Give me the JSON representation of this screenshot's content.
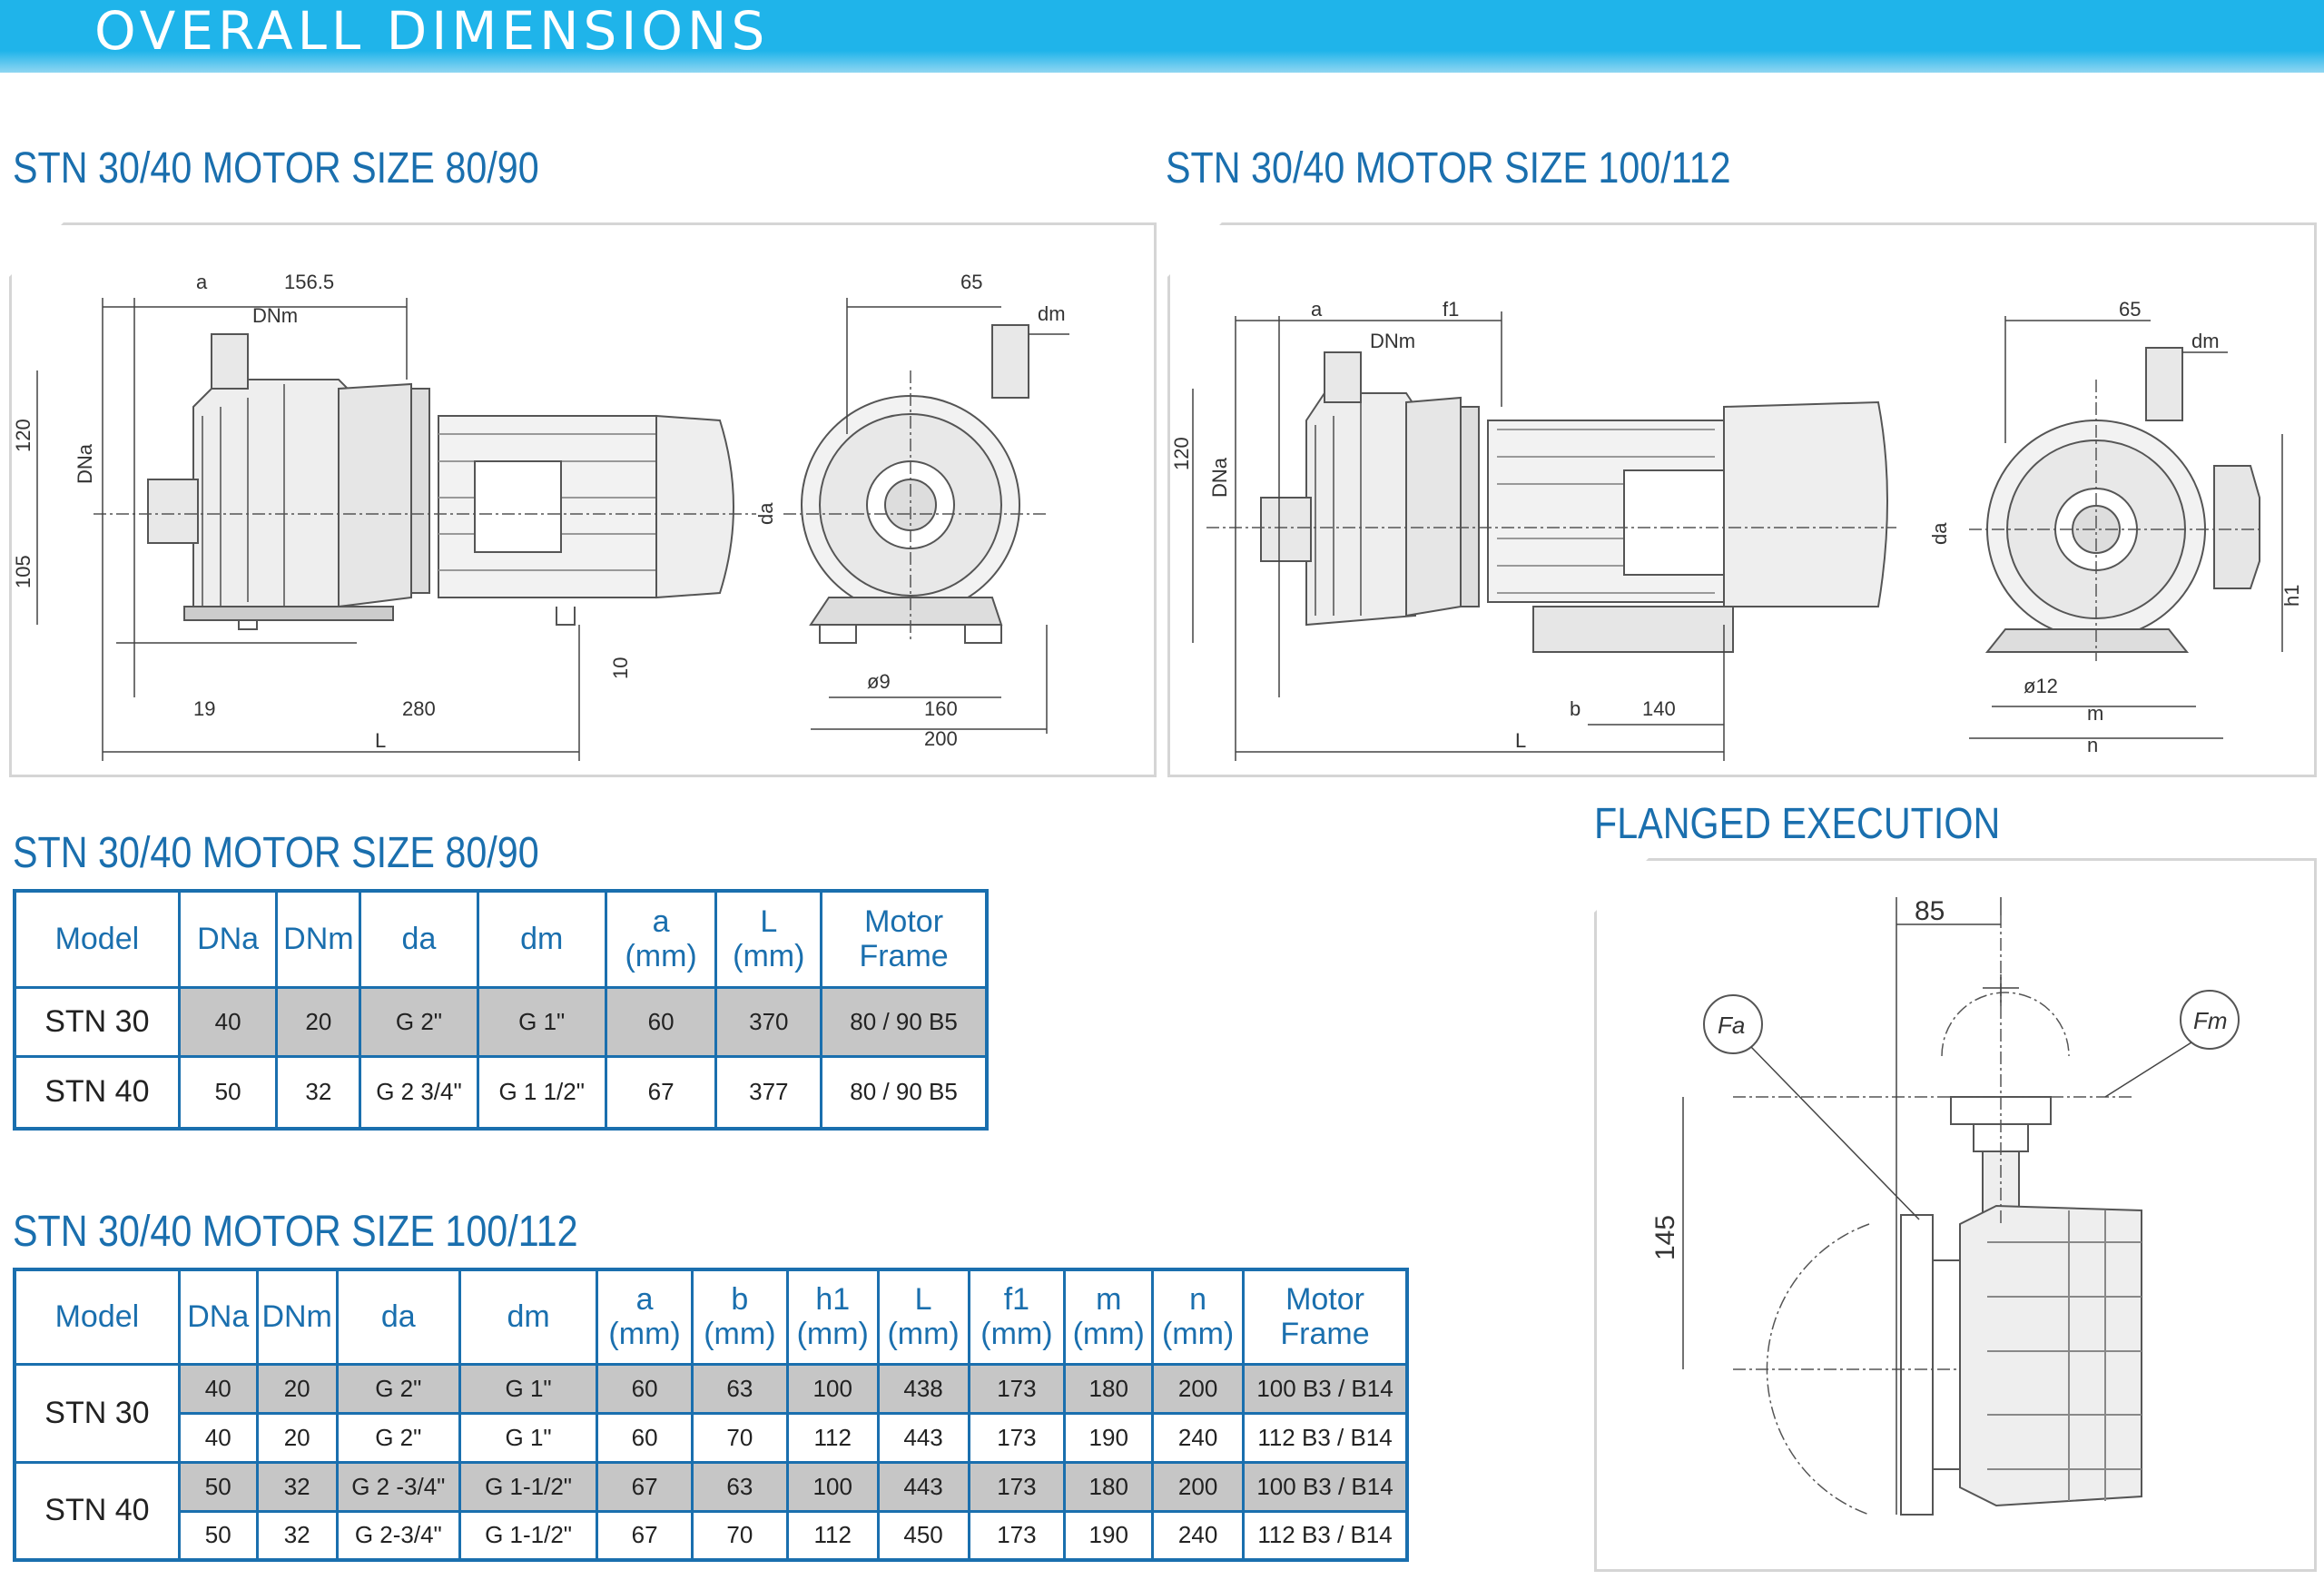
{
  "banner": {
    "title": "OVERALL DIMENSIONS"
  },
  "sections": {
    "drawing1_title": "STN 30/40 MOTOR SIZE 80/90",
    "drawing2_title": "STN 30/40 MOTOR SIZE 100/112",
    "flanged_title": "FLANGED EXECUTION",
    "table1_title": "STN 30/40 MOTOR SIZE 80/90",
    "table2_title": "STN 30/40 MOTOR SIZE 100/112"
  },
  "drawing1": {
    "labels": {
      "a": "a",
      "top": "156.5",
      "dnm": "DNm",
      "h120": "120",
      "dna": "DNa",
      "h105": "105",
      "h10": "10",
      "b19": "19",
      "b280": "280",
      "L": "L",
      "w65": "65",
      "dm": "dm",
      "da": "da",
      "d9": "ø9",
      "w160": "160",
      "w200": "200"
    }
  },
  "drawing2": {
    "labels": {
      "a": "a",
      "f1": "f1",
      "dnm": "DNm",
      "h120": "120",
      "dna": "DNa",
      "b": "b",
      "w140": "140",
      "L": "L",
      "w65": "65",
      "dm": "dm",
      "da": "da",
      "h1": "h1",
      "d12": "ø12",
      "m": "m",
      "n": "n"
    }
  },
  "flanged": {
    "labels": {
      "w85": "85",
      "fa": "Fa",
      "fm": "Fm",
      "h145": "145"
    }
  },
  "table1": {
    "headers": {
      "model": "Model",
      "dna": "DNa",
      "dnm": "DNm",
      "da": "da",
      "dm": "dm",
      "a1": "a",
      "a2": "(mm)",
      "l1": "L",
      "l2": "(mm)",
      "mf1": "Motor",
      "mf2": "Frame"
    },
    "rows": [
      {
        "model": "STN 30",
        "dna": "40",
        "dnm": "20",
        "da": "G 2\"",
        "dm": "G 1\"",
        "a": "60",
        "l": "370",
        "frame": "80 / 90 B5"
      },
      {
        "model": "STN 40",
        "dna": "50",
        "dnm": "32",
        "da": "G 2 3/4\"",
        "dm": "G 1 1/2\"",
        "a": "67",
        "l": "377",
        "frame": "80 / 90 B5"
      }
    ]
  },
  "table2": {
    "headers": {
      "model": "Model",
      "dna": "DNa",
      "dnm": "DNm",
      "da": "da",
      "dm": "dm",
      "a1": "a",
      "a2": "(mm)",
      "b1": "b",
      "b2": "(mm)",
      "h1a": "h1",
      "h1b": "(mm)",
      "l1": "L",
      "l2": "(mm)",
      "f1a": "f1",
      "f1b": "(mm)",
      "m1": "m",
      "m2": "(mm)",
      "n1": "n",
      "n2": "(mm)",
      "mf1": "Motor",
      "mf2": "Frame"
    },
    "groups": [
      {
        "model": "STN 30",
        "rows": [
          {
            "dna": "40",
            "dnm": "20",
            "da": "G 2\"",
            "dm": "G 1\"",
            "a": "60",
            "b": "63",
            "h1": "100",
            "l": "438",
            "f1": "173",
            "m": "180",
            "n": "200",
            "frame": "100 B3 / B14"
          },
          {
            "dna": "40",
            "dnm": "20",
            "da": "G 2\"",
            "dm": "G 1\"",
            "a": "60",
            "b": "70",
            "h1": "112",
            "l": "443",
            "f1": "173",
            "m": "190",
            "n": "240",
            "frame": "112 B3 / B14"
          }
        ]
      },
      {
        "model": "STN 40",
        "rows": [
          {
            "dna": "50",
            "dnm": "32",
            "da": "G 2 -3/4\"",
            "dm": "G 1-1/2\"",
            "a": "67",
            "b": "63",
            "h1": "100",
            "l": "443",
            "f1": "173",
            "m": "180",
            "n": "200",
            "frame": "100 B3 / B14"
          },
          {
            "dna": "50",
            "dnm": "32",
            "da": "G 2-3/4\"",
            "dm": "G 1-1/2\"",
            "a": "67",
            "b": "70",
            "h1": "112",
            "l": "450",
            "f1": "173",
            "m": "190",
            "n": "240",
            "frame": "112 B3 / B14"
          }
        ]
      }
    ]
  }
}
